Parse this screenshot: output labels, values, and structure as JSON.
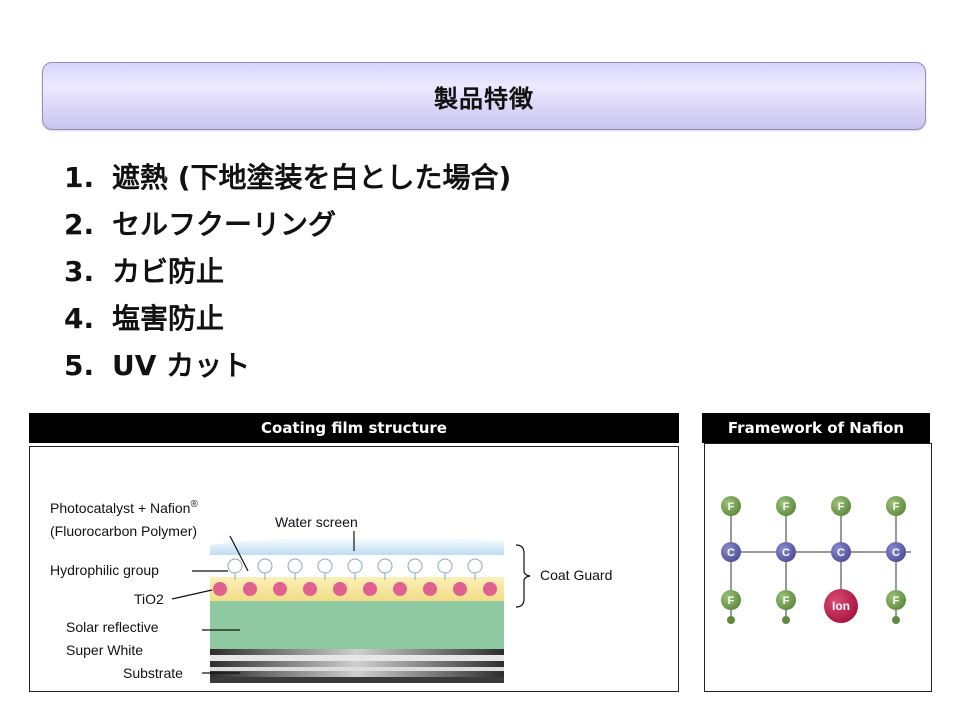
{
  "slide": {
    "title": "製品特徴",
    "features": [
      {
        "num": "1.",
        "text": "遮熱 (下地塗装を白とした場合)"
      },
      {
        "num": "2.",
        "text": "セルフクーリング"
      },
      {
        "num": "3.",
        "text": "カビ防止"
      },
      {
        "num": "4.",
        "text": "塩害防止"
      },
      {
        "num": "5.",
        "text": "UV カット"
      }
    ]
  },
  "coating_panel": {
    "header": "Coating film structure",
    "labels": {
      "photocatalyst_line1": "Photocatalyst + Nafion",
      "registered_mark": "®",
      "photocatalyst_line2": "(Fluorocarbon Polymer)",
      "water_screen": "Water screen",
      "hydrophilic_group": "Hydrophilic group",
      "tio2": "TiO2",
      "solar_line1": "Solar reflective",
      "solar_line2": "Super White",
      "substrate": "Substrate",
      "coat_guard": "Coat Guard"
    },
    "colors": {
      "water": "#bcdcf3",
      "tio2_dot": "#e0608f",
      "tio2_layer": "#f6e8a0",
      "reflective_layer": "#8fc9a2",
      "substrate_dark": "#5a5a5a"
    }
  },
  "nafion_panel": {
    "header": "Framework of Nafion",
    "top_atoms": [
      "F",
      "F",
      "F",
      "F"
    ],
    "chain_atoms": [
      "C",
      "C",
      "C",
      "C"
    ],
    "bottom_atoms": [
      "F",
      "F",
      "Ion",
      "F"
    ],
    "colors": {
      "fluorine": "#5e8a3e",
      "carbon": "#4f4f9a",
      "ion": "#a8163f"
    }
  }
}
